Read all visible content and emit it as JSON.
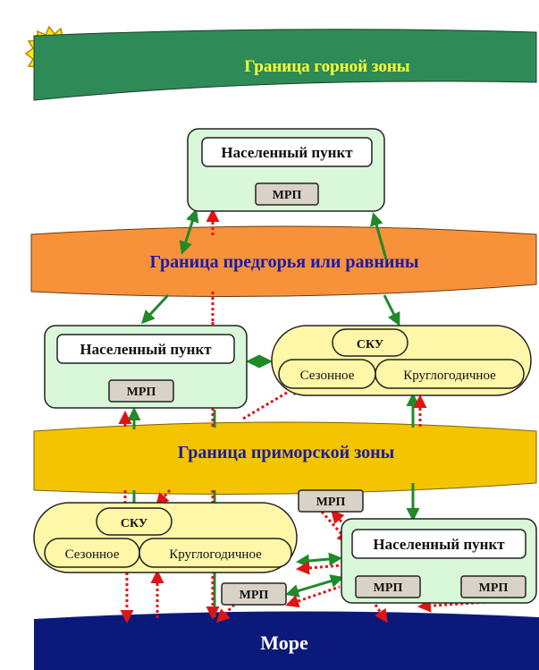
{
  "bands": {
    "mountain": "Граница горной зоны",
    "foothill": "Граница предгорья или равнины",
    "coastal": "Граница приморской зоны",
    "sea": "Море"
  },
  "settlement_label": "Населенный пункт",
  "mrp_label": "МРП",
  "sku": {
    "title": "СКУ",
    "seasonal": "Сезонное",
    "year_round": "Круглогодичное"
  },
  "colors": {
    "mountain_band": "#2e8b57",
    "foothill_band": "#f7923a",
    "coastal_band": "#f5c400",
    "sea_band": "#0b1a7a",
    "settlement_fill": "#d9f7d9",
    "sku_fill": "#fff7a8",
    "mrp_fill": "#d9d2c6",
    "green_arrow": "#1f8a2a",
    "red_arrow": "#e01414",
    "sun": "#ffee00"
  }
}
